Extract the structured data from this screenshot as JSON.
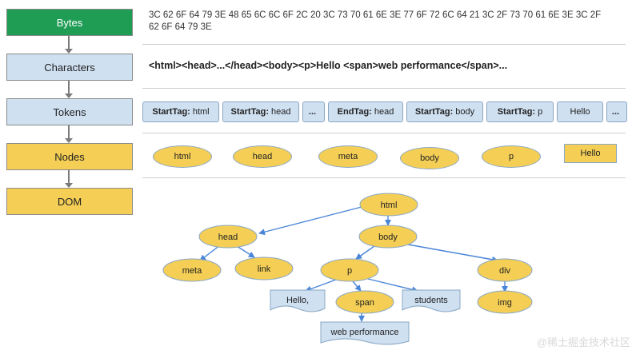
{
  "stages": [
    "Bytes",
    "Characters",
    "Tokens",
    "Nodes",
    "DOM"
  ],
  "bytes_text": "3C 62 6F 64 79 3E 48 65 6C 6C 6F 2C 20 3C 73 70 61 6E 3E 77 6F 72 6C 64 21 3C 2F 73 70 61 6E 3E 3C 2F 62 6F 64 79 3E",
  "characters_text": "<html><head>...</head><body><p>Hello <span>web performance</span>...",
  "tokens": [
    {
      "kind": "StartTag:",
      "name": "html"
    },
    {
      "kind": "StartTag:",
      "name": "head"
    },
    {
      "kind": "...",
      "name": ""
    },
    {
      "kind": "EndTag:",
      "name": "head"
    },
    {
      "kind": "StartTag:",
      "name": "body"
    },
    {
      "kind": "StartTag:",
      "name": "p"
    },
    {
      "kind": "",
      "name": "Hello"
    },
    {
      "kind": "...",
      "name": ""
    }
  ],
  "nodes": [
    "html",
    "head",
    "meta",
    "body",
    "p",
    "Hello"
  ],
  "dom_tree": {
    "html": "html",
    "head": "head",
    "body": "body",
    "meta": "meta",
    "link": "link",
    "p": "p",
    "div": "div",
    "hello_text": "Hello,",
    "span": "span",
    "students": "students",
    "img": "img",
    "web_performance": "web performance"
  },
  "watermark": "@稀土掘金技术社区",
  "colors": {
    "green": "#1f9d55",
    "blue": "#cfe0f1",
    "yellow": "#f5cf55",
    "edge": "#4a86d8",
    "border": "#8aa7c4"
  }
}
